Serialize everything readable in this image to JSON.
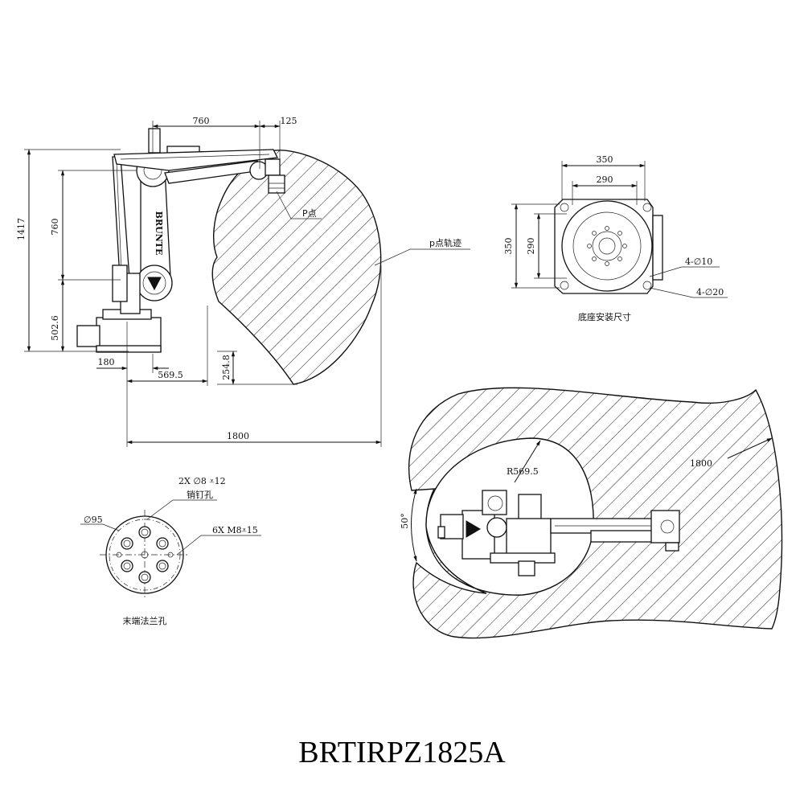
{
  "side_view": {
    "dim_760_top": "760",
    "dim_125": "125",
    "dim_1417": "1417",
    "dim_760_left": "760",
    "dim_502_6": "502.6",
    "dim_180": "180",
    "dim_569_5": "569.5",
    "dim_254_8": "254.8",
    "dim_1800": "1800",
    "p_point_label": "P点",
    "trajectory_label": "p点轨迹",
    "brand_text": "BRUNTE"
  },
  "base_view": {
    "dim_350_top": "350",
    "dim_290_top": "290",
    "dim_350_left": "350",
    "dim_290_left": "290",
    "hole_small": "4-∅10",
    "hole_large": "4-∅20",
    "caption": "底座安装尺寸"
  },
  "flange_view": {
    "pin_spec": "2X  ∅8  ⩡12",
    "pin_label": "销钉孔",
    "diameter": "∅95",
    "thread_spec": "6X  M8⩡15",
    "caption": "末端法兰孔"
  },
  "top_view": {
    "radius": "R569.5",
    "angle": "50°",
    "reach": "1800"
  },
  "model_name": "BRTIRPZ1825A",
  "colors": {
    "line": "#111111",
    "background": "#ffffff"
  }
}
